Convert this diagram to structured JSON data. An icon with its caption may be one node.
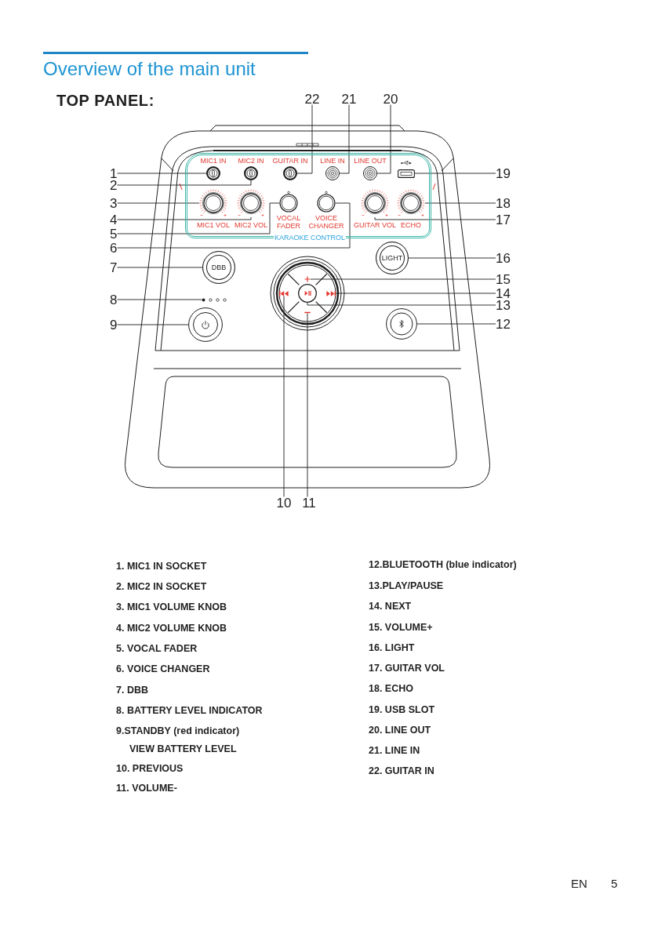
{
  "diagram": {
    "title": "Overview of the main unit",
    "nodes": [
      {
        "text": [
          "1"
        ]
      },
      {
        "text": [
          "2"
        ]
      },
      {
        "text": [
          "3"
        ]
      },
      {
        "text": [
          "4"
        ]
      },
      {
        "text": [
          "5"
        ]
      },
      {
        "text": [
          "6"
        ]
      },
      {
        "text": [
          "7"
        ]
      },
      {
        "text": [
          "8"
        ]
      },
      {
        "text": [
          "9"
        ]
      },
      {
        "text": [
          "10"
        ]
      },
      {
        "text": [
          "11"
        ]
      },
      {
        "text": [
          "12"
        ]
      },
      {
        "text": [
          "13"
        ]
      },
      {
        "text": [
          "14"
        ]
      },
      {
        "text": [
          "15"
        ]
      },
      {
        "text": [
          "16"
        ]
      },
      {
        "text": [
          "17"
        ]
      },
      {
        "text": [
          "18"
        ]
      },
      {
        "text": [
          "19"
        ]
      },
      {
        "text": [
          "20"
        ]
      },
      {
        "text": [
          "21"
        ]
      },
      {
        "text": [
          "22"
        ]
      },
      {
        "text": [
          "KARAOKE CONTROL"
        ]
      },
      {
        "text": [],
        "shape": "circle",
        "in": 22,
        "beside": [
          "MIC1 IN"
        ]
      },
      {
        "text": [],
        "shape": "circle",
        "in": 22,
        "beside": [
          "MIC2 IN"
        ]
      },
      {
        "text": [],
        "shape": "circle",
        "in": 22,
        "beside": [
          "GUITAR IN"
        ]
      },
      {
        "text": [],
        "shape": "circle",
        "in": 22,
        "beside": [
          "LINE IN"
        ]
      },
      {
        "text": [],
        "shape": "circle",
        "in": 22,
        "beside": [
          "LINE OUT"
        ]
      },
      {
        "text": [],
        "shape": "box",
        "in": 22
      },
      {
        "text": [],
        "shape": "circle",
        "in": 22,
        "beside": [
          "MIC1 VOL"
        ]
      },
      {
        "text": [],
        "shape": "circle",
        "in": 22,
        "beside": [
          "MIC2 VOL"
        ]
      },
      {
        "text": [],
        "shape": "circle",
        "in": 22,
        "beside": [
          "VOCAL FADER"
        ]
      },
      {
        "text": [],
        "shape": "circle",
        "in": 22,
        "beside": [
          "VOICE CHANGER"
        ]
      },
      {
        "text": [],
        "shape": "circle",
        "in": 22,
        "beside": [
          "GUITAR VOL"
        ]
      },
      {
        "text": [],
        "shape": "circle",
        "in": 22,
        "beside": [
          "ECHO"
        ]
      },
      {
        "text": [
          "DBB"
        ]
      },
      {
        "text": [
          "LIGHT"
        ]
      },
      {
        "text": [],
        "shape": "picture"
      },
      {
        "text": [],
        "shape": "picture"
      },
      {
        "text": [],
        "shape": "circle"
      },
      {
        "text": [],
        "shape": "picture"
      },
      {
        "text": [],
        "shape": "picture"
      },
      {
        "text": [],
        "shape": "picture"
      },
      {
        "text": [],
        "shape": "circle"
      },
      {
        "text": [],
        "shape": "circle"
      }
    ],
    "edges": [
      {
        "from": 0,
        "to": 23,
        "arrow": "none"
      },
      {
        "from": 1,
        "to": 24,
        "arrow": "none"
      },
      {
        "from": 2,
        "to": 29,
        "arrow": "none"
      },
      {
        "from": 3,
        "to": 30,
        "arrow": "none"
      },
      {
        "from": 4,
        "to": 31,
        "arrow": "none"
      },
      {
        "from": 5,
        "to": 32,
        "arrow": "none"
      },
      {
        "from": 6,
        "to": 35,
        "arrow": "none"
      },
      {
        "from": 7,
        "to": 42,
        "arrow": "none"
      },
      {
        "from": 8,
        "to": 43,
        "arrow": "none"
      },
      {
        "from": 9,
        "to": 38,
        "arrow": "none"
      },
      {
        "from": 10,
        "to": 41,
        "arrow": "none"
      },
      {
        "from": 11,
        "to": 44,
        "arrow": "none"
      },
      {
        "from": 12,
        "to": 39,
        "arrow": "none"
      },
      {
        "from": 13,
        "to": 40,
        "arrow": "none"
      },
      {
        "from": 14,
        "to": 37,
        "arrow": "none"
      },
      {
        "from": 15,
        "to": 36,
        "arrow": "none"
      },
      {
        "from": 16,
        "to": 33,
        "arrow": "none"
      },
      {
        "from": 17,
        "to": 34,
        "arrow": "none"
      },
      {
        "from": 18,
        "to": 28,
        "arrow": "none"
      },
      {
        "from": 19,
        "to": 27,
        "arrow": "none"
      },
      {
        "from": 20,
        "to": 26,
        "arrow": "none"
      },
      {
        "from": 21,
        "to": 25,
        "arrow": "none"
      }
    ],
    "labels": [
      "TOP PANEL:",
      "1. MIC1 IN SOCKET",
      "2. MIC2 IN SOCKET",
      "3. MIC1 VOLUME KNOB",
      "4. MIC2 VOLUME KNOB",
      "5. VOCAL FADER",
      "6. VOICE CHANGER",
      "7. DBB",
      "8. BATTERY LEVEL INDICATOR",
      "9.STANDBY (red indicator) VIEW BATTERY LEVEL",
      "10. PREVIOUS",
      "11. VOLUME-",
      "12.BLUETOOTH (blue indicator)",
      "13.PLAY/PAUSE",
      "14. NEXT",
      "15. VOLUME+",
      "16. LIGHT",
      "17. GUITAR VOL",
      "18. ECHO",
      "19. USB SLOT",
      "20. LINE OUT",
      "21. LINE IN",
      "22. GUITAR IN",
      "EN",
      "5"
    ]
  }
}
